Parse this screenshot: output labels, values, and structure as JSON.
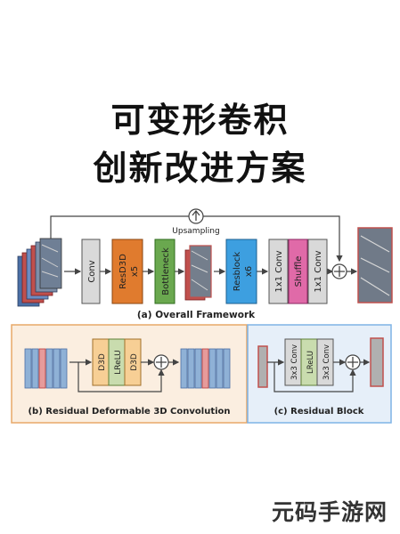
{
  "title_line1": "可变形卷积",
  "title_line2": "创新改进方案",
  "overall": {
    "caption": "(a) Overall Framework",
    "upsampling": "Upsampling",
    "conv": "Conv",
    "resd3d": "ResD3D",
    "x5": "x5",
    "bottleneck": "Bottleneck",
    "resblock": "Resblock",
    "x6": "x6",
    "conv1x1_a": "1x1 Conv",
    "shuffle": "Shuffle",
    "conv1x1_b": "1x1 Conv"
  },
  "residual_deform": {
    "caption": "(b) Residual Deformable 3D Convolution",
    "d3d_1": "D3D",
    "lrelu": "LReLU",
    "d3d_2": "D3D"
  },
  "residual_block": {
    "caption": "(c) Residual Block",
    "conv_1": "3x3 Conv",
    "lrelu": "LReLU",
    "conv_2": "3x3 Conv"
  },
  "colors": {
    "orange": "#e07b2e",
    "green": "#6aa84f",
    "blue": "#3d9fe0",
    "pink": "#e06aa8",
    "gray": "#d9d9d9",
    "panel_b": "#fbeee0",
    "panel_c": "#e6eff9"
  },
  "watermark": "元码手游网"
}
